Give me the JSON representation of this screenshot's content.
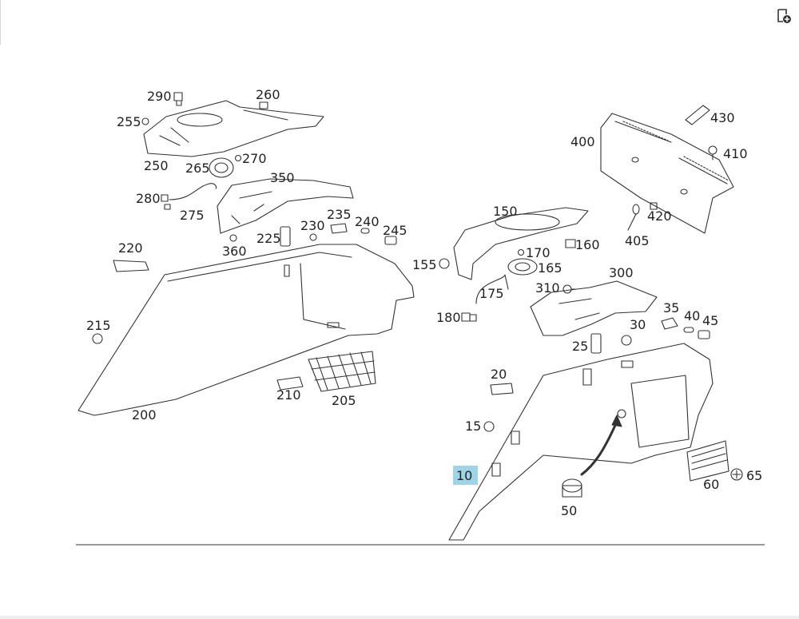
{
  "toolbar": {
    "icon": "add-to-document-icon"
  },
  "diagram": {
    "highlighted_part": "10",
    "callouts": [
      "290",
      "260",
      "255",
      "250",
      "265",
      "270",
      "350",
      "280",
      "275",
      "225",
      "230",
      "235",
      "240",
      "245",
      "360",
      "220",
      "215",
      "210",
      "205",
      "200",
      "400",
      "430",
      "410",
      "420",
      "405",
      "150",
      "160",
      "155",
      "170",
      "165",
      "175",
      "310",
      "300",
      "180",
      "35",
      "40",
      "45",
      "30",
      "25",
      "20",
      "15",
      "10",
      "50",
      "60",
      "65"
    ]
  }
}
